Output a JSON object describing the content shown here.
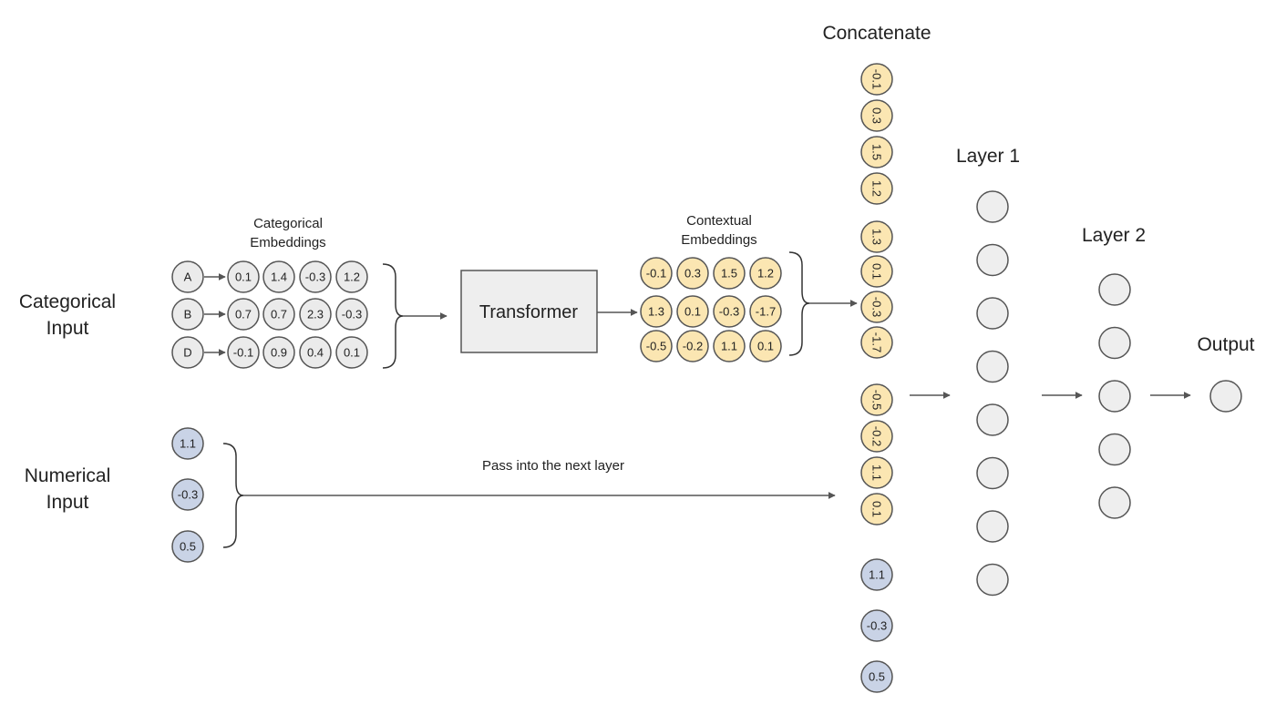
{
  "colors": {
    "gray": "#ebebeb",
    "yellow": "#fbe6b2",
    "blue": "#c9d3e6",
    "node_empty": "#eeeeee",
    "box_fill": "#eeeeee",
    "stroke": "#555555"
  },
  "labels": {
    "categorical_input": [
      "Categorical",
      "Input"
    ],
    "numerical_input": [
      "Numerical",
      "Input"
    ],
    "categorical_embeddings": [
      "Categorical",
      "Embeddings"
    ],
    "contextual_embeddings": [
      "Contextual",
      "Embeddings"
    ],
    "transformer": "Transformer",
    "concatenate": "Concatenate",
    "layer1": "Layer 1",
    "layer2": "Layer 2",
    "output": "Output",
    "pass_into": "Pass into the next layer"
  },
  "categorical_inputs": [
    "A",
    "B",
    "D"
  ],
  "categorical_embeddings": [
    [
      "0.1",
      "1.4",
      "-0.3",
      "1.2"
    ],
    [
      "0.7",
      "0.7",
      "2.3",
      "-0.3"
    ],
    [
      "-0.1",
      "0.9",
      "0.4",
      "0.1"
    ]
  ],
  "contextual_embeddings": [
    [
      "-0.1",
      "0.3",
      "1.5",
      "1.2"
    ],
    [
      "1.3",
      "0.1",
      "-0.3",
      "-1.7"
    ],
    [
      "-0.5",
      "-0.2",
      "1.1",
      "0.1"
    ]
  ],
  "numerical_inputs": [
    "1.1",
    "-0.3",
    "0.5"
  ],
  "concatenated": {
    "contextual": [
      "-0.1",
      "0.3",
      "1.5",
      "1.2",
      "1.3",
      "0.1",
      "-0.3",
      "-1.7",
      "-0.5",
      "-0.2",
      "1.1",
      "0.1"
    ],
    "numerical": [
      "1.1",
      "-0.3",
      "0.5"
    ]
  },
  "network": {
    "layer1_nodes": 8,
    "layer2_nodes": 5,
    "output_nodes": 1
  }
}
